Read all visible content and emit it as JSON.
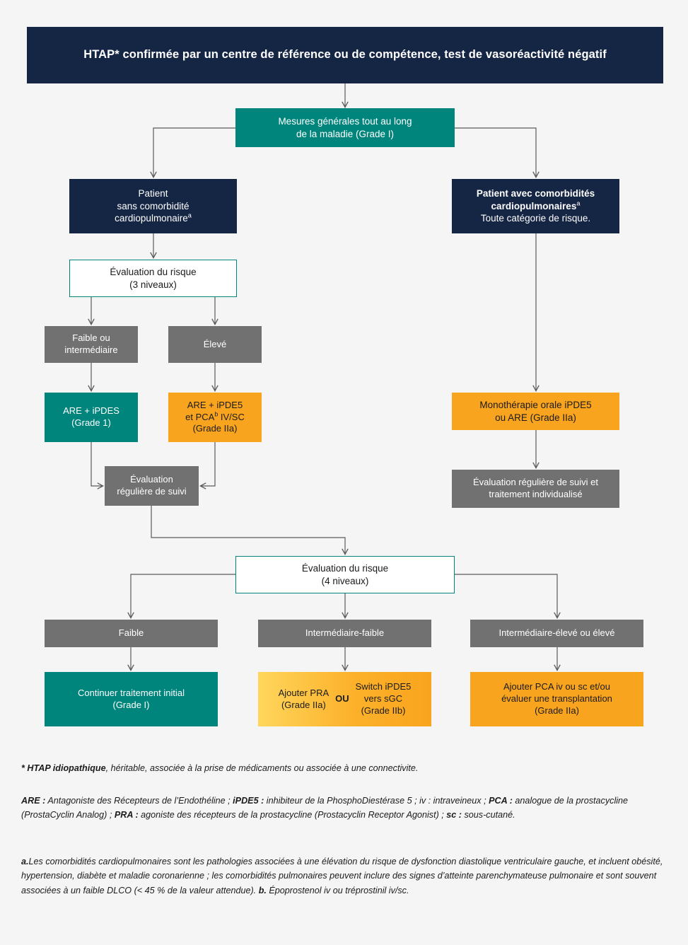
{
  "header": {
    "title": "HTAP* confirmée par un centre de référence ou de compétence, test de vasoréactivité négatif"
  },
  "colors": {
    "navy": "#152544",
    "teal": "#00857c",
    "grey": "#717171",
    "orange": "#f9a41e",
    "yellow": "#ffd65c",
    "background": "#f5f5f5",
    "connector": "#5a5a5a"
  },
  "flow": {
    "measures": "Mesures générales tout au long\nde la maladie (Grade I)",
    "patient_left": "Patient\nsans comorbidité\ncardiopulmonaire",
    "patient_left_sup": "a",
    "patient_right_bold": "Patient avec comorbidités\ncardiopulmonaires",
    "patient_right_sup": "a",
    "patient_right_rest": "Toute catégorie de risque.",
    "eval_3": "Évaluation du risque\n(3 niveaux)",
    "risk_low": "Faible ou\nintermédiaire",
    "risk_high": "Élevé",
    "tx_low": "ARE + iPDES\n(Grade 1)",
    "tx_high_line1": "ARE + iPDE5\net PCA",
    "tx_high_sup": "b",
    "tx_high_line2": " IV/SC\n(Grade IIa)",
    "monotherapy": "Monothérapie orale iPDE5\nou ARE (Grade IIa)",
    "followup_right": "Évaluation régulière de suivi et\ntraitement individualisé",
    "followup_left": "Évaluation\nrégulière de suivi",
    "eval_4": "Évaluation du risque\n(4 niveaux)",
    "level_low": "Faible",
    "level_int_low": "Intermédiaire-faible",
    "level_int_high": "Intermédiaire-élevé ou élevé",
    "result_low": "Continuer traitement initial\n(Grade I)",
    "result_mid_left": "Ajouter PRA\n(Grade IIa)",
    "result_mid_or": "OU",
    "result_mid_right": "Switch iPDE5\nvers sGC\n(Grade IIb)",
    "result_high": "Ajouter PCA iv ou sc et/ou\névaluer une transplantation\n(Grade IIa)"
  },
  "footnotes": {
    "note_1_bold": "* HTAP idiopathique",
    "note_1_rest": ", héritable, associée à la prise de médicaments ou associée à une connectivite.",
    "note_2": [
      {
        "t": "ARE :",
        "b": true
      },
      {
        "t": " Antagoniste des Récepteurs de l’Endothéline ; ",
        "b": false
      },
      {
        "t": "iPDE5 :",
        "b": true
      },
      {
        "t": " inhibiteur de la PhosphoDiestérase 5 ; iv : intraveineux ; ",
        "b": false
      },
      {
        "t": "PCA :",
        "b": true
      },
      {
        "t": " analogue de la prostacycline (ProstaCyclin Analog) ; ",
        "b": false
      },
      {
        "t": "PRA :",
        "b": true
      },
      {
        "t": " agoniste des récepteurs de la prostacycline (Prostacyclin Receptor Agonist) ; ",
        "b": false
      },
      {
        "t": "sc :",
        "b": true
      },
      {
        "t": " sous-cutané.",
        "b": false
      }
    ],
    "note_3": [
      {
        "t": "a.",
        "b": true
      },
      {
        "t": "Les comorbidités cardiopulmonaires sont les pathologies associées à une élévation du risque de dysfonction diastolique ventriculaire gauche, et incluent obésité, hypertension, diabète et maladie coronarienne ; les comorbidités pulmonaires peuvent inclure des signes d’atteinte parenchymateuse pulmonaire et sont souvent associées à un faible DLCO (< 45 % de la valeur attendue). ",
        "b": false
      },
      {
        "t": "b.",
        "b": true
      },
      {
        "t": " Époprostenol iv ou tréprostinil iv/sc.",
        "b": false
      }
    ]
  }
}
